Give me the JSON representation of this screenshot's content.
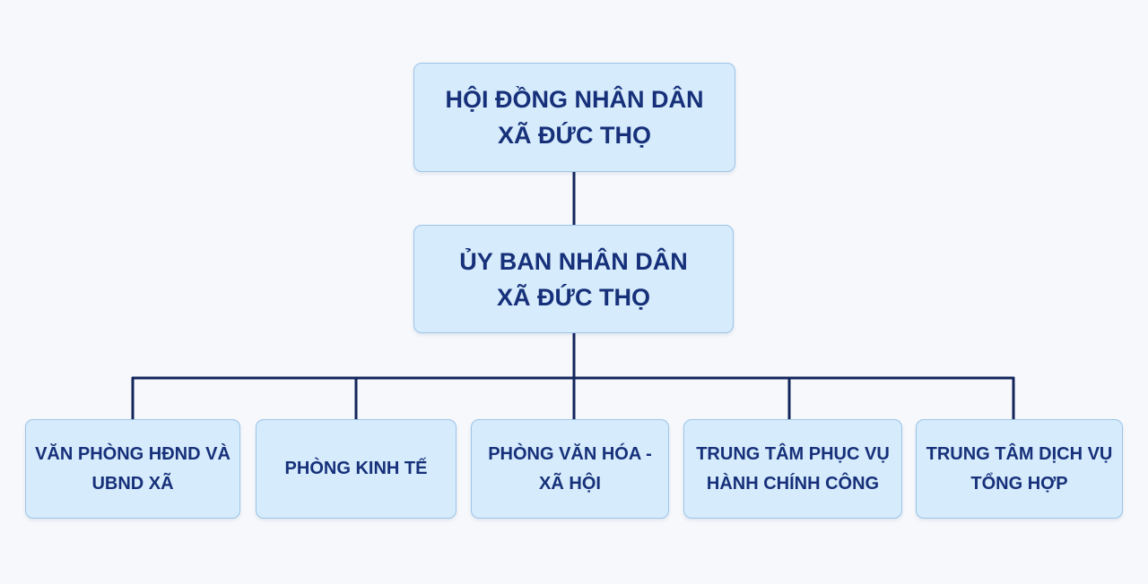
{
  "council": {
    "line1": "HỘI ĐỒNG NHÂN DÂN",
    "line2": "XÃ ĐỨC THỌ"
  },
  "committee": {
    "line1": "ỦY BAN NHÂN DÂN",
    "line2": "XÃ ĐỨC THỌ"
  },
  "departments": [
    {
      "line1": "VĂN PHÒNG HĐND VÀ",
      "line2": "UBND XÃ"
    },
    {
      "line1": "PHÒNG KINH TẾ",
      "line2": ""
    },
    {
      "line1": "PHÒNG VĂN HÓA -",
      "line2": "XÃ HỘI"
    },
    {
      "line1": "TRUNG TÂM PHỤC VỤ",
      "line2": "HÀNH CHÍNH CÔNG"
    },
    {
      "line1": "TRUNG TÂM DỊCH VỤ",
      "line2": "TỔNG HỢP"
    }
  ],
  "colors": {
    "box_fill": "#d6ebfb",
    "box_border": "#9cc5ea",
    "text": "#16307a",
    "connector": "#13265c",
    "background": "#f6f8fb"
  }
}
